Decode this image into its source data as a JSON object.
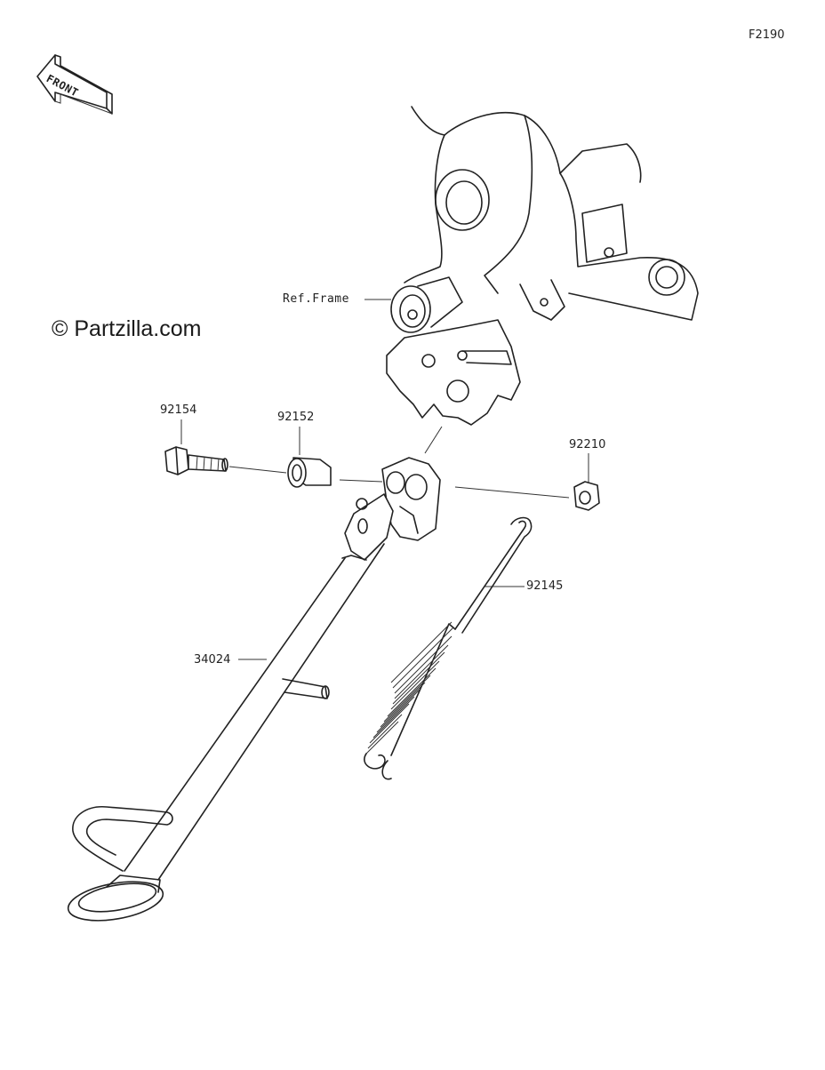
{
  "figure_code": "F2190",
  "watermark": "© Partzilla.com",
  "front_arrow": {
    "label": "FRONT",
    "icon": "front-arrow-icon"
  },
  "labels": {
    "ref_frame": "Ref.Frame",
    "bolt": "92154",
    "collar": "92152",
    "nut": "92210",
    "spring": "92145",
    "side_stand": "34024"
  }
}
